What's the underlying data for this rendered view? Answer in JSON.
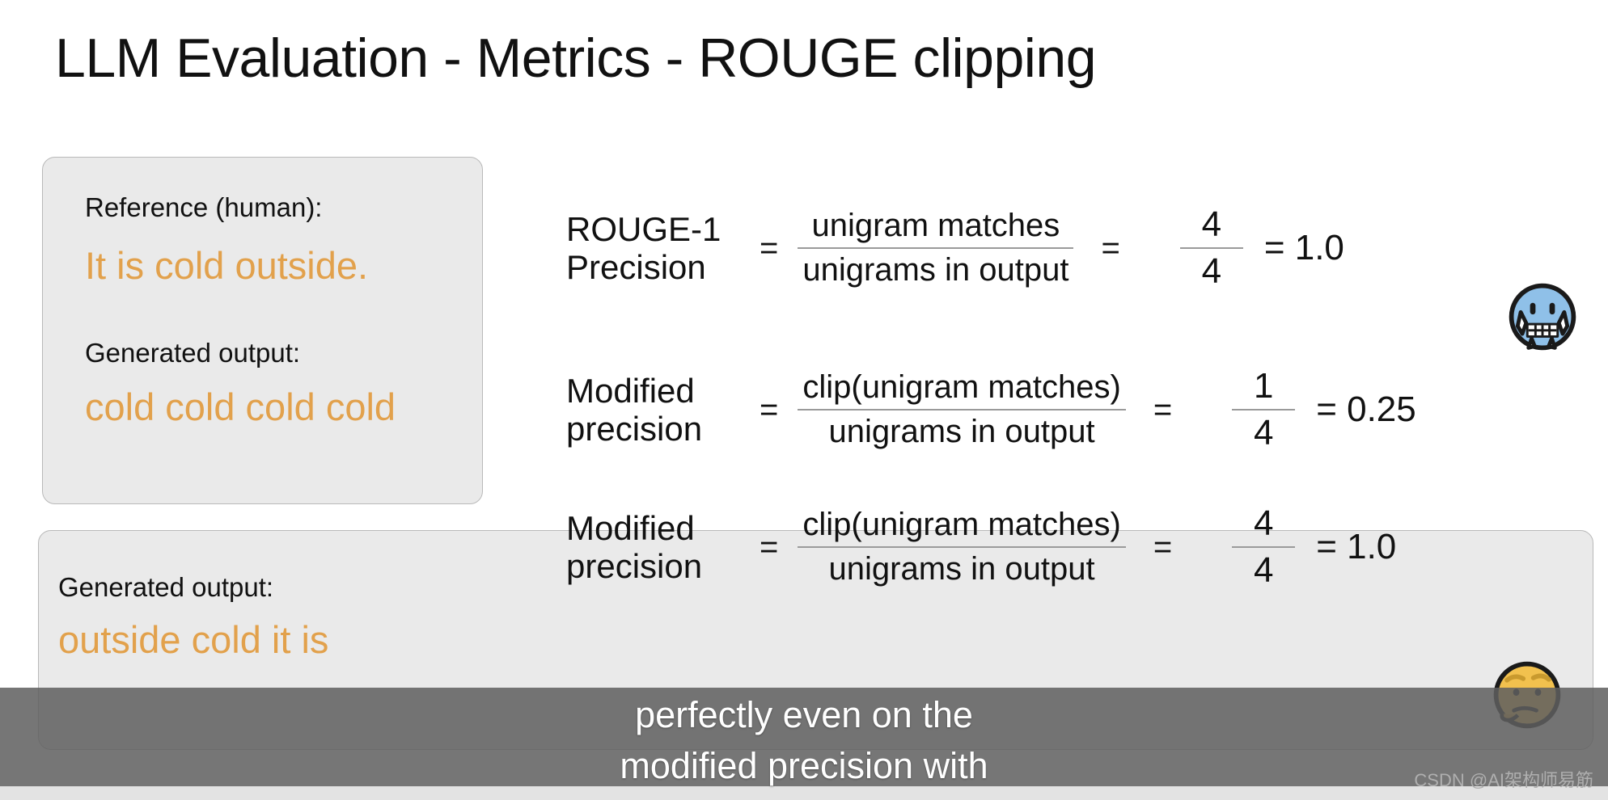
{
  "slide": {
    "title": "LLM Evaluation - Metrics - ROUGE clipping",
    "accent_orange": "#E2A14C",
    "card_bg": "#EAEAEA",
    "card_border": "#B9B9B9",
    "text_color": "#111111"
  },
  "top_card": {
    "reference_label": "Reference (human):",
    "reference_value": "It is cold outside.",
    "generated_label": "Generated output:",
    "generated_value": "cold cold cold cold"
  },
  "bottom_card": {
    "generated_label": "Generated output:",
    "generated_value": "outside cold it is"
  },
  "formulas": [
    {
      "name_line1": "ROUGE-1",
      "name_line2": "Precision",
      "equals1": "=",
      "numerator": "unigram matches",
      "denominator": "unigrams in output",
      "equals2": "=",
      "frac_num": "4",
      "frac_den": "4",
      "result": "= 1.0",
      "emoji": "cold-face-emoji"
    },
    {
      "name_line1": "Modified",
      "name_line2": "precision",
      "equals1": "=",
      "numerator": "clip(unigram matches)",
      "denominator": "unigrams in output",
      "equals2": "=",
      "frac_num": "1",
      "frac_den": "4",
      "result": "= 0.25",
      "emoji": ""
    },
    {
      "name_line1": "Modified",
      "name_line2": "precision",
      "equals1": "=",
      "numerator": "clip(unigram matches)",
      "denominator": "unigrams in output",
      "equals2": "=",
      "frac_num": "4",
      "frac_den": "4",
      "result": "= 1.0",
      "emoji": "thinking-face-emoji"
    }
  ],
  "subtitle": {
    "line1": "perfectly even on the",
    "line2": "modified precision with",
    "bar_color": "#5F5F5F"
  },
  "watermark": {
    "text": "CSDN @AI架构师易筋"
  }
}
